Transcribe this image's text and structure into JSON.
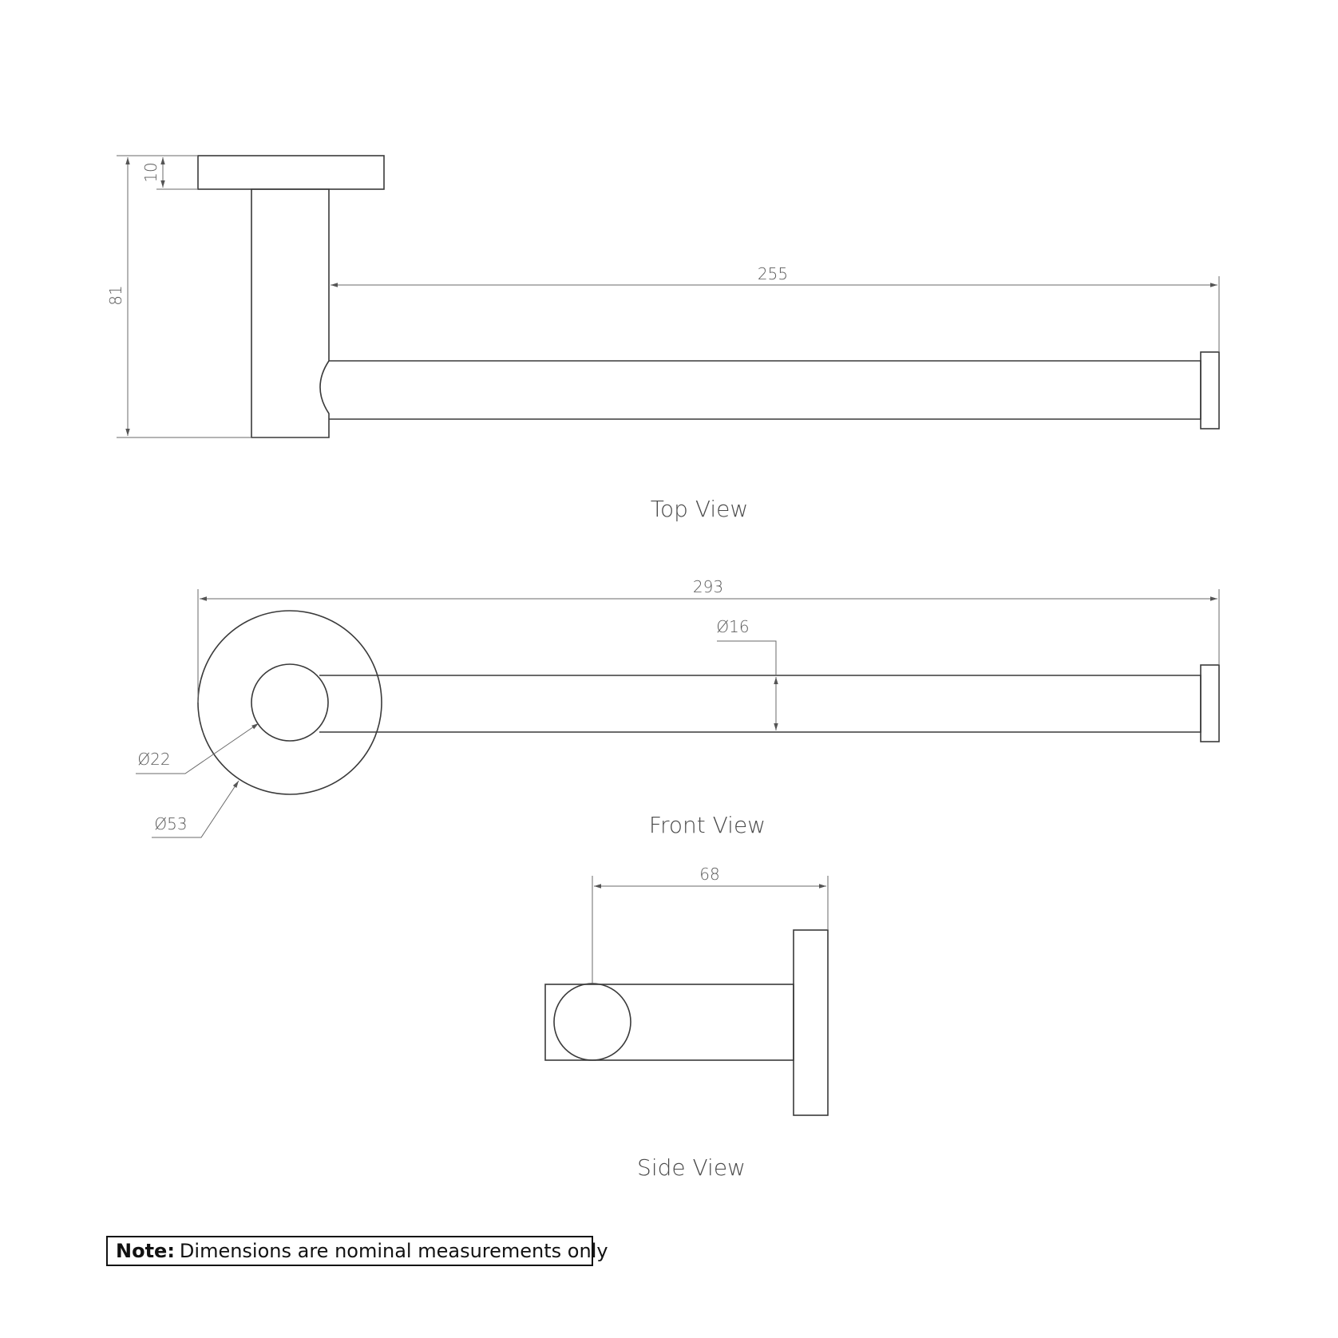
{
  "views": {
    "top": {
      "title": "Top View",
      "dimensions": {
        "depth": "81",
        "plate_thickness": "10",
        "arm_length": "255"
      }
    },
    "front": {
      "title": "Front View",
      "dimensions": {
        "overall_length": "293",
        "bar_diameter": "Ø16",
        "post_diameter": "Ø22",
        "plate_diameter": "Ø53"
      }
    },
    "side": {
      "title": "Side View",
      "dimensions": {
        "projection": "68"
      }
    }
  },
  "note": {
    "label": "Note:",
    "text": "Dimensions are nominal measurements only"
  }
}
